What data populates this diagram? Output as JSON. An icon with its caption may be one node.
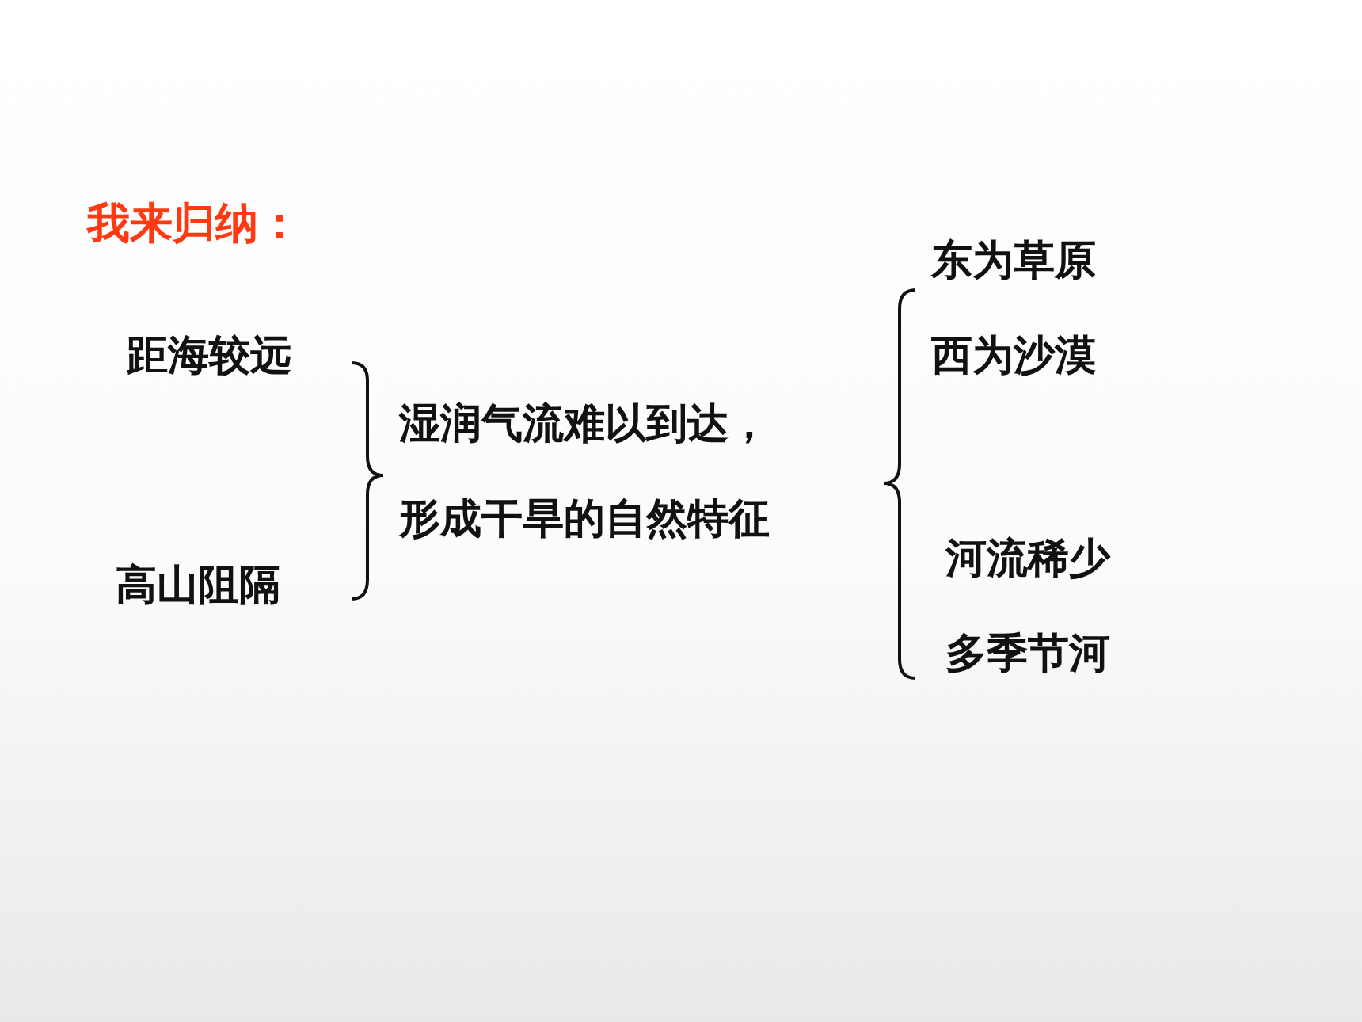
{
  "diagram": {
    "title": "我来归纳：",
    "labels": [
      "距海较远",
      "高山阻隔",
      "湿润气流难以到达，形成干旱的自然特征",
      "东为草原",
      "西为沙漠",
      "河流稀少",
      "多季节河"
    ]
  }
}
